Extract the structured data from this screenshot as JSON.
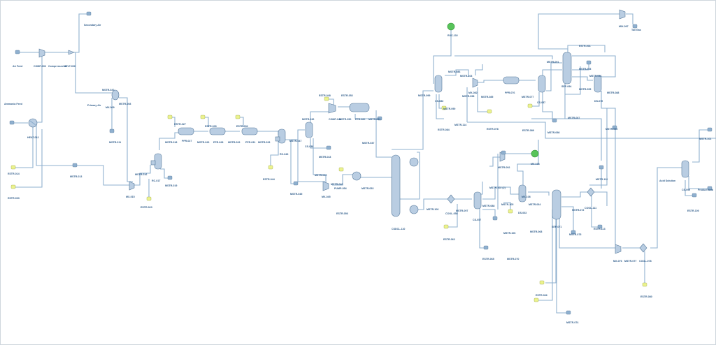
{
  "labels": {
    "air_feed": "Air Feed",
    "compr": "COMP-002",
    "compressed_air": "Compressed Air",
    "split": "SPLT-006",
    "secondary_air": "Secondary Air",
    "mstr020": "MSTR-020",
    "primary_air": "Primary Air",
    "mx009": "MX-009",
    "mstr008": "MSTR-008",
    "mstr011": "MSTR-011",
    "ammonia_feed": "Ammonia Feed",
    "heat012": "HEAT-012",
    "estr014": "ESTR-014",
    "estr003": "ESTR-003",
    "mstr013": "MSTR-013",
    "mx015": "MX-015",
    "estr023": "ESTR-023",
    "mstr016": "MSTR-016",
    "rc017": "RC-017",
    "mstr019": "MSTR-019",
    "estr027": "ESTR-027",
    "mstr018": "MSTR-018",
    "pfr027": "PFR-027",
    "estr030": "ESTR-030",
    "mstr026": "MSTR-026",
    "pfr028": "PFR-028",
    "estr032": "ESTR-032",
    "mstr029": "MSTR-029",
    "pfr031": "PFR-031",
    "mstr033": "MSTR-033",
    "rc043": "RC-043",
    "estr044": "ESTR-044",
    "mstr047": "MSTR-047",
    "mstr036": "MSTR-036",
    "cs038": "CS-038",
    "estr048": "ESTR-048",
    "comp049": "COMP-049",
    "mstr050": "MSTR-050",
    "estr052": "ESTR-052",
    "pfr060": "PFR-060",
    "mstr051": "MSTR-051",
    "mstr037": "MSTR-037",
    "mstr043": "MSTR-043",
    "mstr042": "MSTR-042",
    "mstr046": "MSTR-046",
    "mstr045": "MSTR-045",
    "mstr046b": "MSTR-046",
    "mx045": "MX-045",
    "pump054": "PUMP-054",
    "estr056": "ESTR-056",
    "mstr053": "MSTR-053",
    "cdcl110": "CSDCL-110",
    "cool058": "COOL-058",
    "mstr100": "MSTR-100",
    "estr062": "ESTR-062",
    "mstr097": "MSTR-097",
    "mstr099": "MSTR-099",
    "mstr088": "MSTR-088",
    "cs057": "CS-057",
    "estr065": "ESTR-065",
    "mstr070": "MSTR-070",
    "mstr102": "MSTR-102 (2)",
    "mstr106": "MSTR-106",
    "mstr105": "MSTR-105",
    "mstr064": "MSTR-064",
    "ds063": "DS-063",
    "mstr068": "MSTR-068",
    "mstr092": "MSTR-092",
    "mx100": "MX-108",
    "mx108": "MX-108",
    "estr066": "ESTR-066",
    "sep071": "SEP-071",
    "mstr075": "MSTR-075",
    "mstr072": "MSTR-072",
    "cool111": "COOL-111",
    "estr113": "ESTR-113",
    "mstr112": "MSTR-112",
    "mx076": "MX-076",
    "mstr077": "MSTR-077",
    "cool078": "COOL-078",
    "estr080": "ESTR-080",
    "estr076": "ESTR-076",
    "mstr074": "MSTR-074",
    "rxc102": "RXC-102",
    "mstr086": "MSTR-086",
    "cs083": "CS-083",
    "mstr103": "MSTR-103",
    "mstr090": "MSTR-090",
    "mstr098": "MSTR-098",
    "mx082": "MX-082",
    "mstr114": "MSTR-114",
    "mstr085": "MSTR-085",
    "pfr076": "PFR-076",
    "mstr077b": "MSTR-077",
    "cs087": "CS-087",
    "estr084": "ESTR-084",
    "estr078": "ESTR-078",
    "estr089": "ESTR-089",
    "estr001": "ESTR-001",
    "mstr091": "MSTR-091",
    "mstr093": "MSTR-093",
    "sep094": "SEP-094",
    "mstr095": "MSTR-095",
    "mstr096": "MSTR-096",
    "mstr097b": "MSTR-097",
    "mstr088b": "MSTR-088",
    "ds079": "DS-079",
    "mstr087": "MSTR-087",
    "mstr098b": "MSTR-098",
    "mstr092b": "MSTR-092",
    "mix097": "MIX-097",
    "tail_gas": "Tail Gas",
    "mstr101": "MSTR-101",
    "acid_solution": "Acid Solution",
    "cs099": "CS-099",
    "product_acid": "Product Acid",
    "estr100": "ESTR-100"
  }
}
